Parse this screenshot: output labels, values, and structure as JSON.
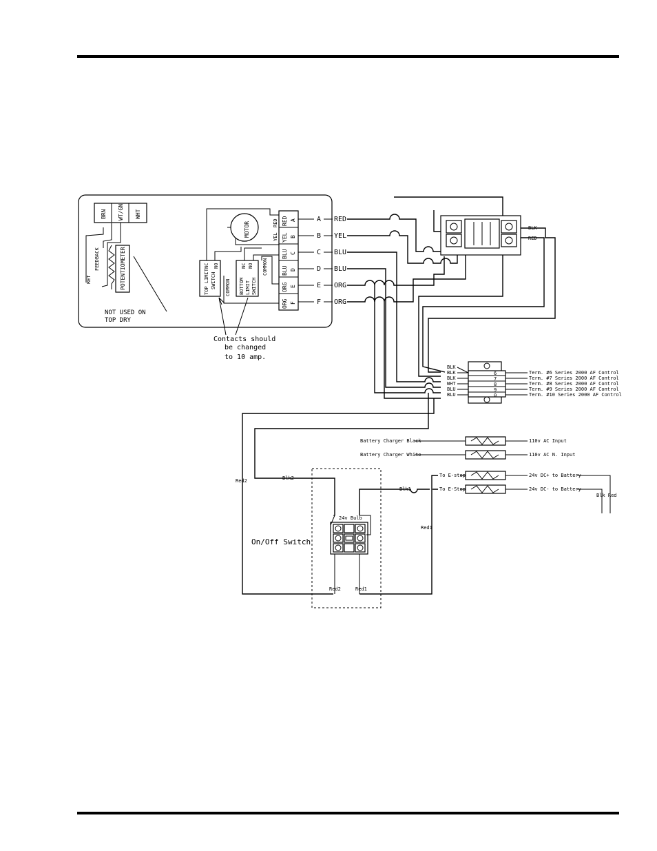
{
  "motor_box": {
    "plug_labels": [
      "BRN",
      "WT/GN",
      "WHT"
    ],
    "feedback": "FEEDBACK",
    "ret": "RET",
    "potentiometer": "POTENTIOMETER",
    "note_line1": "NOT USED ON",
    "note_line2": "TOP DRY",
    "motor": "MOTOR",
    "motor_red": "RED",
    "motor_yel": "YEL",
    "top_limit_switch": [
      "TOP LIMIT",
      "SWITCH"
    ],
    "bottom_limit_switch": [
      "BOTTOM",
      "LIMIT",
      "SWITCH"
    ],
    "nc": "NC",
    "no": "NO",
    "common": "COMMON",
    "terminal_colors": [
      "RED",
      "YEL",
      "BLU",
      "BLU",
      "ORG",
      "ORG"
    ],
    "terminal_letters": [
      "A",
      "B",
      "C",
      "D",
      "E",
      "F"
    ]
  },
  "wire_labels": [
    {
      "letter": "A",
      "color": "RED"
    },
    {
      "letter": "B",
      "color": "YEL"
    },
    {
      "letter": "C",
      "color": "BLU"
    },
    {
      "letter": "D",
      "color": "BLU"
    },
    {
      "letter": "E",
      "color": "ORG"
    },
    {
      "letter": "F",
      "color": "ORG"
    }
  ],
  "contacts_note": [
    "Contacts should",
    "be changed",
    "to 10 amp."
  ],
  "relay": {
    "blk": "BLK",
    "red": "RED"
  },
  "terminal_block": {
    "left_labels": [
      "BLK",
      "BLK",
      "BLK",
      "WHT",
      "BLU",
      "BLU"
    ],
    "numbers": [
      "6",
      "7",
      "8",
      "9",
      "0"
    ],
    "terms": [
      "Term. #6 Series 2000 AF Control",
      "Term. #7 Series 2000 AF Control",
      "Term. #8 Series 2000 AF Control",
      "Term. #9 Series 2000 AF Control",
      "Term. #10 Series 2000 AF Control"
    ]
  },
  "fuses": [
    {
      "left": "Battery Charger Black",
      "right": "110v AC Input"
    },
    {
      "left": "Battery Charger White",
      "right": "110v AC N. Input"
    },
    {
      "left": "To E-stop",
      "right": "24v DC+ to Battery"
    },
    {
      "left": "To E-Stop",
      "right": "24v DC- to Battery"
    }
  ],
  "battery": "Blk Red",
  "switch": {
    "title": "On/Off Switch",
    "bulb": "24v Bulb",
    "blk2": "Blk2",
    "blk1": "Blk1",
    "red1_bottom": "Red1",
    "red2_bottom": "Red2",
    "red1_side": "Red1",
    "red2_side": "Red2"
  }
}
